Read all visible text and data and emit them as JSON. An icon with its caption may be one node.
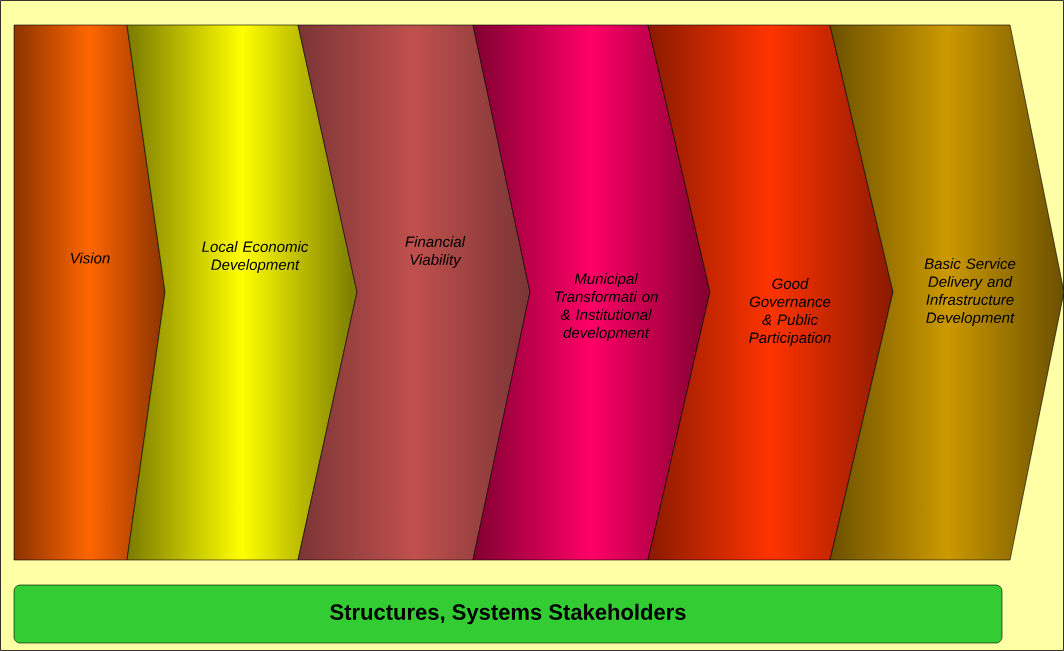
{
  "diagram": {
    "nodes": [
      {
        "text": [
          "Vision"
        ]
      },
      {
        "text": [
          "Local Economic Development"
        ]
      },
      {
        "text": [
          "Financial Viability"
        ]
      },
      {
        "text": [
          "Municipal Transformati on & Institutional development"
        ]
      },
      {
        "text": [
          "Good Governance & Public Participation"
        ]
      },
      {
        "text": [
          "Basic Service Delivery and Infrastructure Development"
        ]
      },
      {
        "text": [
          "Structures, Systems  Stakeholders"
        ]
      }
    ]
  }
}
